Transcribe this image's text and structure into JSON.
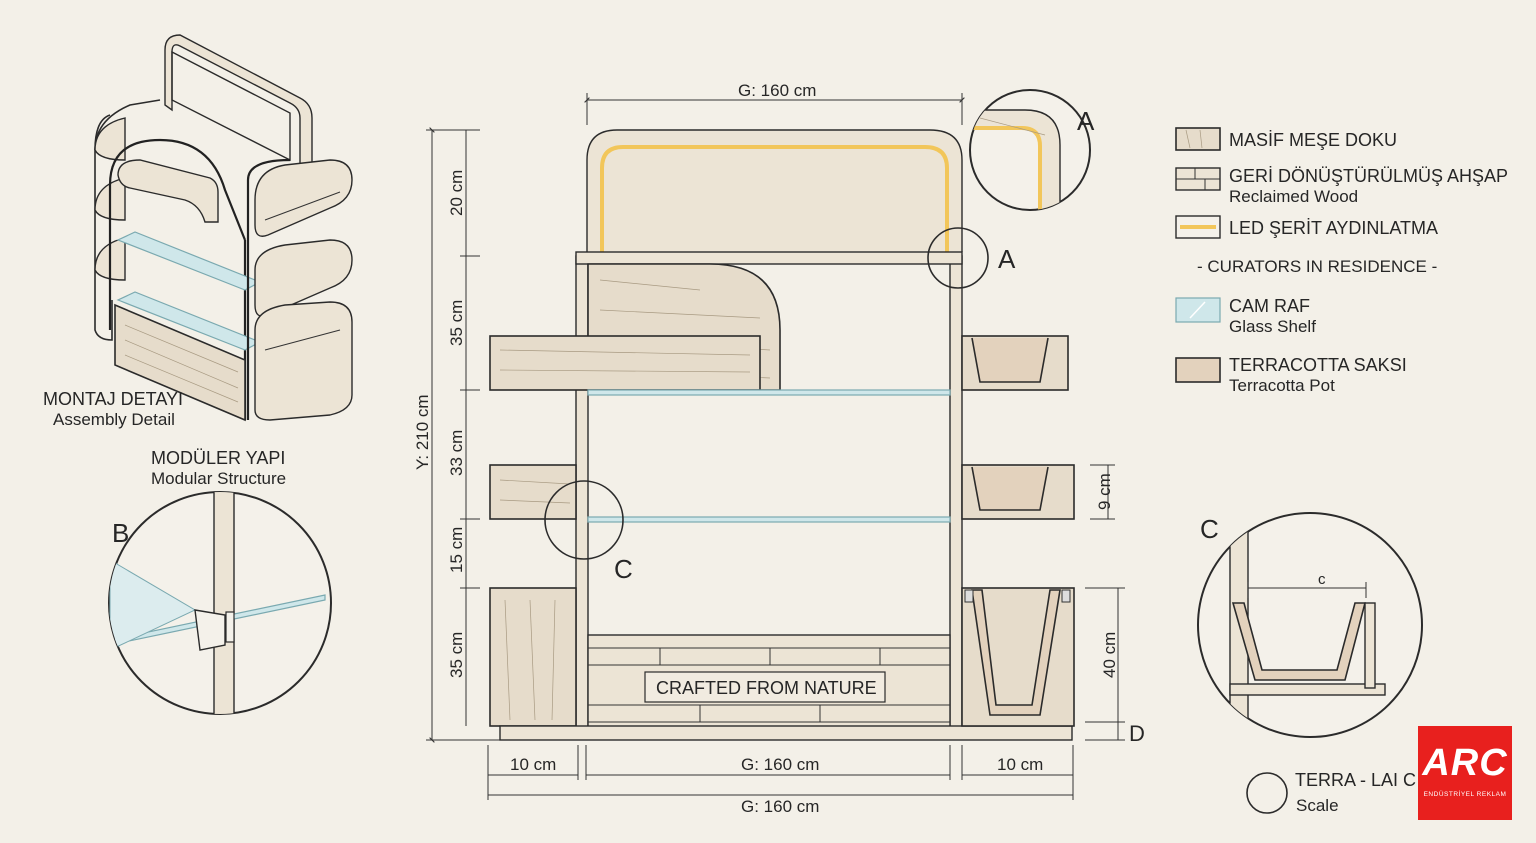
{
  "dimensions": {
    "top_width": "G: 160 cm",
    "total_height": "Y: 210 cm",
    "seg_20": "20 cm",
    "seg_35_top": "35 cm",
    "seg_33": "33 cm",
    "seg_15": "15 cm",
    "seg_35_bottom": "35 cm",
    "pot_depth": "9 cm",
    "pot_height": "40 cm",
    "left_10": "10 cm",
    "mid_160": "G: 160 cm",
    "right_10": "10 cm",
    "overall_160": "G: 160 cm"
  },
  "labels": {
    "detail_a": "A",
    "detail_a_marker": "A",
    "detail_b": "B",
    "detail_c": "C",
    "detail_c_marker": "C",
    "detail_c_dim": "c",
    "detail_d": "D",
    "base_sign": "CRAFTED FROM NATURE"
  },
  "captions": {
    "assembly_tr": "MONTAJ DETAYI",
    "assembly_en": "Assembly Detail",
    "modular_tr": "MODÜLER YAPI",
    "modular_en": "Modular Structure"
  },
  "legend": {
    "items": [
      {
        "tr": "MASİF MEŞE DOKU",
        "en": ""
      },
      {
        "tr": "GERİ DÖNÜŞTÜRÜLMÜŞ AHŞAP",
        "en": "Reclaimed Wood"
      },
      {
        "tr": "LED ŞERİT AYDINLATMA",
        "en": ""
      },
      {
        "tr": "CAM RAF",
        "en": "Glass Shelf"
      },
      {
        "tr": "TERRACOTTA SAKSI",
        "en": "Terracotta Pot"
      }
    ],
    "brand_line": "- CURATORS IN RESIDENCE -",
    "scale_title": "TERRA - LAI C",
    "scale_sub": "Scale"
  },
  "logo": {
    "mark": "ARC",
    "sub": "ENDÜSTRİYEL REKLAM"
  },
  "colors": {
    "paper": "#f3f0e8",
    "oak": "#e6dccb",
    "led": "#f2c65a",
    "glass": "#cfe7ea",
    "terracotta": "#e3d2bd",
    "logo_red": "#e8201e"
  }
}
